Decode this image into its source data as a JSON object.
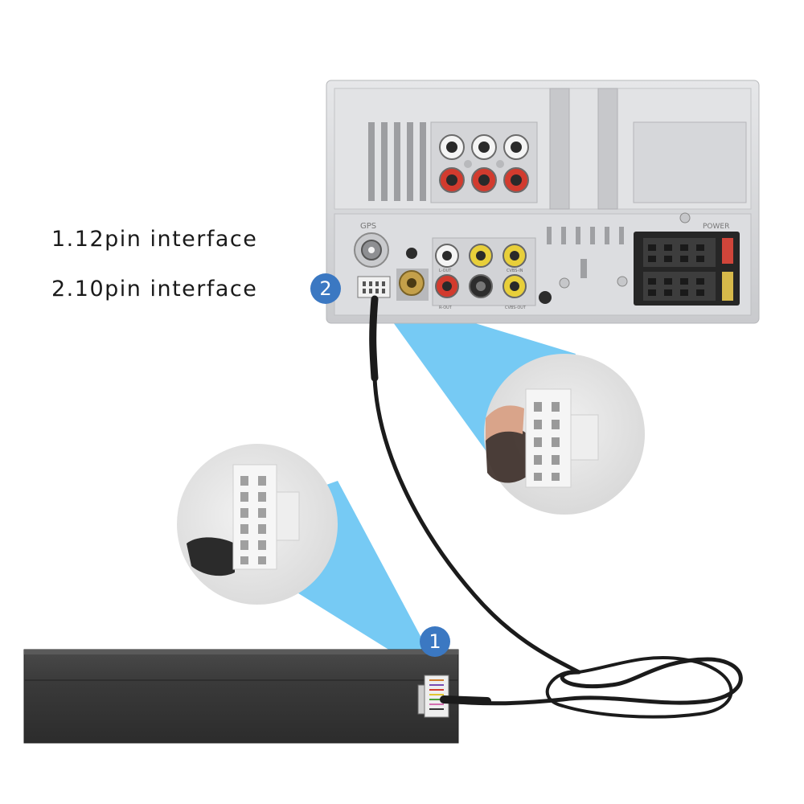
{
  "legend": {
    "line1": "1.12pin interface",
    "line2": "2.10pin interface"
  },
  "badges": {
    "one": "1",
    "two": "2"
  },
  "head_unit": {
    "gps_label": "GPS",
    "power_label": "POWER",
    "jack_labels": [
      "L-OUT",
      "R-OUT",
      "CVBS-IN",
      "CVBS-OUT"
    ]
  },
  "colors": {
    "badge": "#3b78c2",
    "callout_beam": "#5ec1f2",
    "head_unit_body": "#d9dadc",
    "module_body": "#3a3a3a",
    "cable": "#1b1b1b"
  },
  "icons": [
    "rca-white-jack",
    "rca-red-jack",
    "rca-yellow-jack",
    "antenna-jack",
    "iso-power-connector",
    "12pin-connector",
    "10pin-connector"
  ]
}
